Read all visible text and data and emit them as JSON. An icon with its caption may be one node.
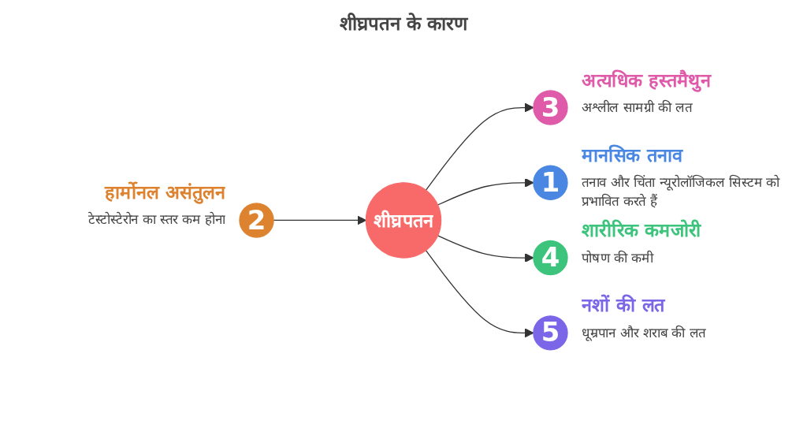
{
  "diagram": {
    "title": "शीघ्रपतन के कारण",
    "nodes": [
      {
        "text": [
          "3"
        ],
        "beside": [
          "अत्यधिक हस्तमैथुन",
          "अश्लील सामग्री की लत"
        ]
      },
      {
        "text": [
          "2"
        ],
        "beside": [
          "हार्मोनल असंतुलन",
          "टेस्टोस्टेरोन का स्तर कम होना"
        ]
      },
      {
        "text": [
          "1"
        ],
        "beside": [
          "मानसिक तनाव",
          "तनाव और चिंता न्यूरोलॉजिकल सिस्टम को प्रभावित करते हैं"
        ]
      },
      {
        "text": [
          "शीघ्रपतन"
        ]
      },
      {
        "text": [
          "4"
        ],
        "beside": [
          "शारीरिक कमजोरी",
          "पोषण की कमी"
        ]
      },
      {
        "text": [
          "5"
        ],
        "beside": [
          "नशों की लत",
          "धूम्रपान और शराब की लत"
        ]
      }
    ],
    "edges": [
      {
        "from": 3,
        "to": 0,
        "arrow": "to"
      },
      {
        "from": 1,
        "to": 3,
        "arrow": "to"
      },
      {
        "from": 3,
        "to": 2,
        "arrow": "to"
      },
      {
        "from": 3,
        "to": 4,
        "arrow": "to"
      },
      {
        "from": 3,
        "to": 5,
        "arrow": "to"
      }
    ]
  }
}
